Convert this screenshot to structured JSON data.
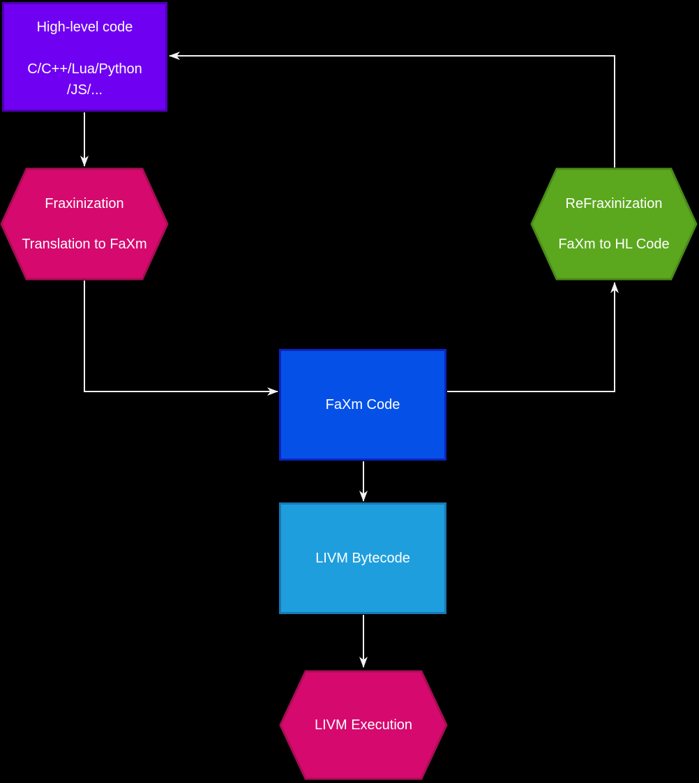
{
  "canvas": {
    "background": "#000000",
    "connector_color": "#f2f2f2",
    "text_color": "#ffffff"
  },
  "nodes": {
    "high_level_code": {
      "title": "High-level code",
      "body_line1": "C/C++/Lua/Python",
      "body_line2": "/JS/...",
      "fill": "#6f00f2",
      "stroke": "#4e00b5",
      "shape": "rectangle"
    },
    "fraxinization": {
      "title": "Fraxinization",
      "subtitle": "Translation to FaXm",
      "fill": "#d6096e",
      "stroke": "#a80d54",
      "shape": "hexagon"
    },
    "refraxinization": {
      "title": "ReFraxinization",
      "subtitle": "FaXm to HL Code",
      "fill": "#5ba81e",
      "stroke": "#4a8a1a",
      "shape": "hexagon"
    },
    "faxm_code": {
      "title": "FaXm Code",
      "fill": "#0551e8",
      "stroke": "#0b24c1",
      "shape": "rectangle"
    },
    "livm_bytecode": {
      "title": "LIVM Bytecode",
      "fill": "#1f9ede",
      "stroke": "#1878b4",
      "shape": "rectangle"
    },
    "livm_execution": {
      "title": "LIVM Execution",
      "fill": "#d6096e",
      "stroke": "#a80d54",
      "shape": "hexagon"
    }
  },
  "edges": [
    {
      "from": "High-level code",
      "to": "Fraxinization"
    },
    {
      "from": "Fraxinization",
      "to": "FaXm Code"
    },
    {
      "from": "FaXm Code",
      "to": "ReFraxinization"
    },
    {
      "from": "ReFraxinization",
      "to": "High-level code"
    },
    {
      "from": "FaXm Code",
      "to": "LIVM Bytecode"
    },
    {
      "from": "LIVM Bytecode",
      "to": "LIVM Execution"
    }
  ]
}
